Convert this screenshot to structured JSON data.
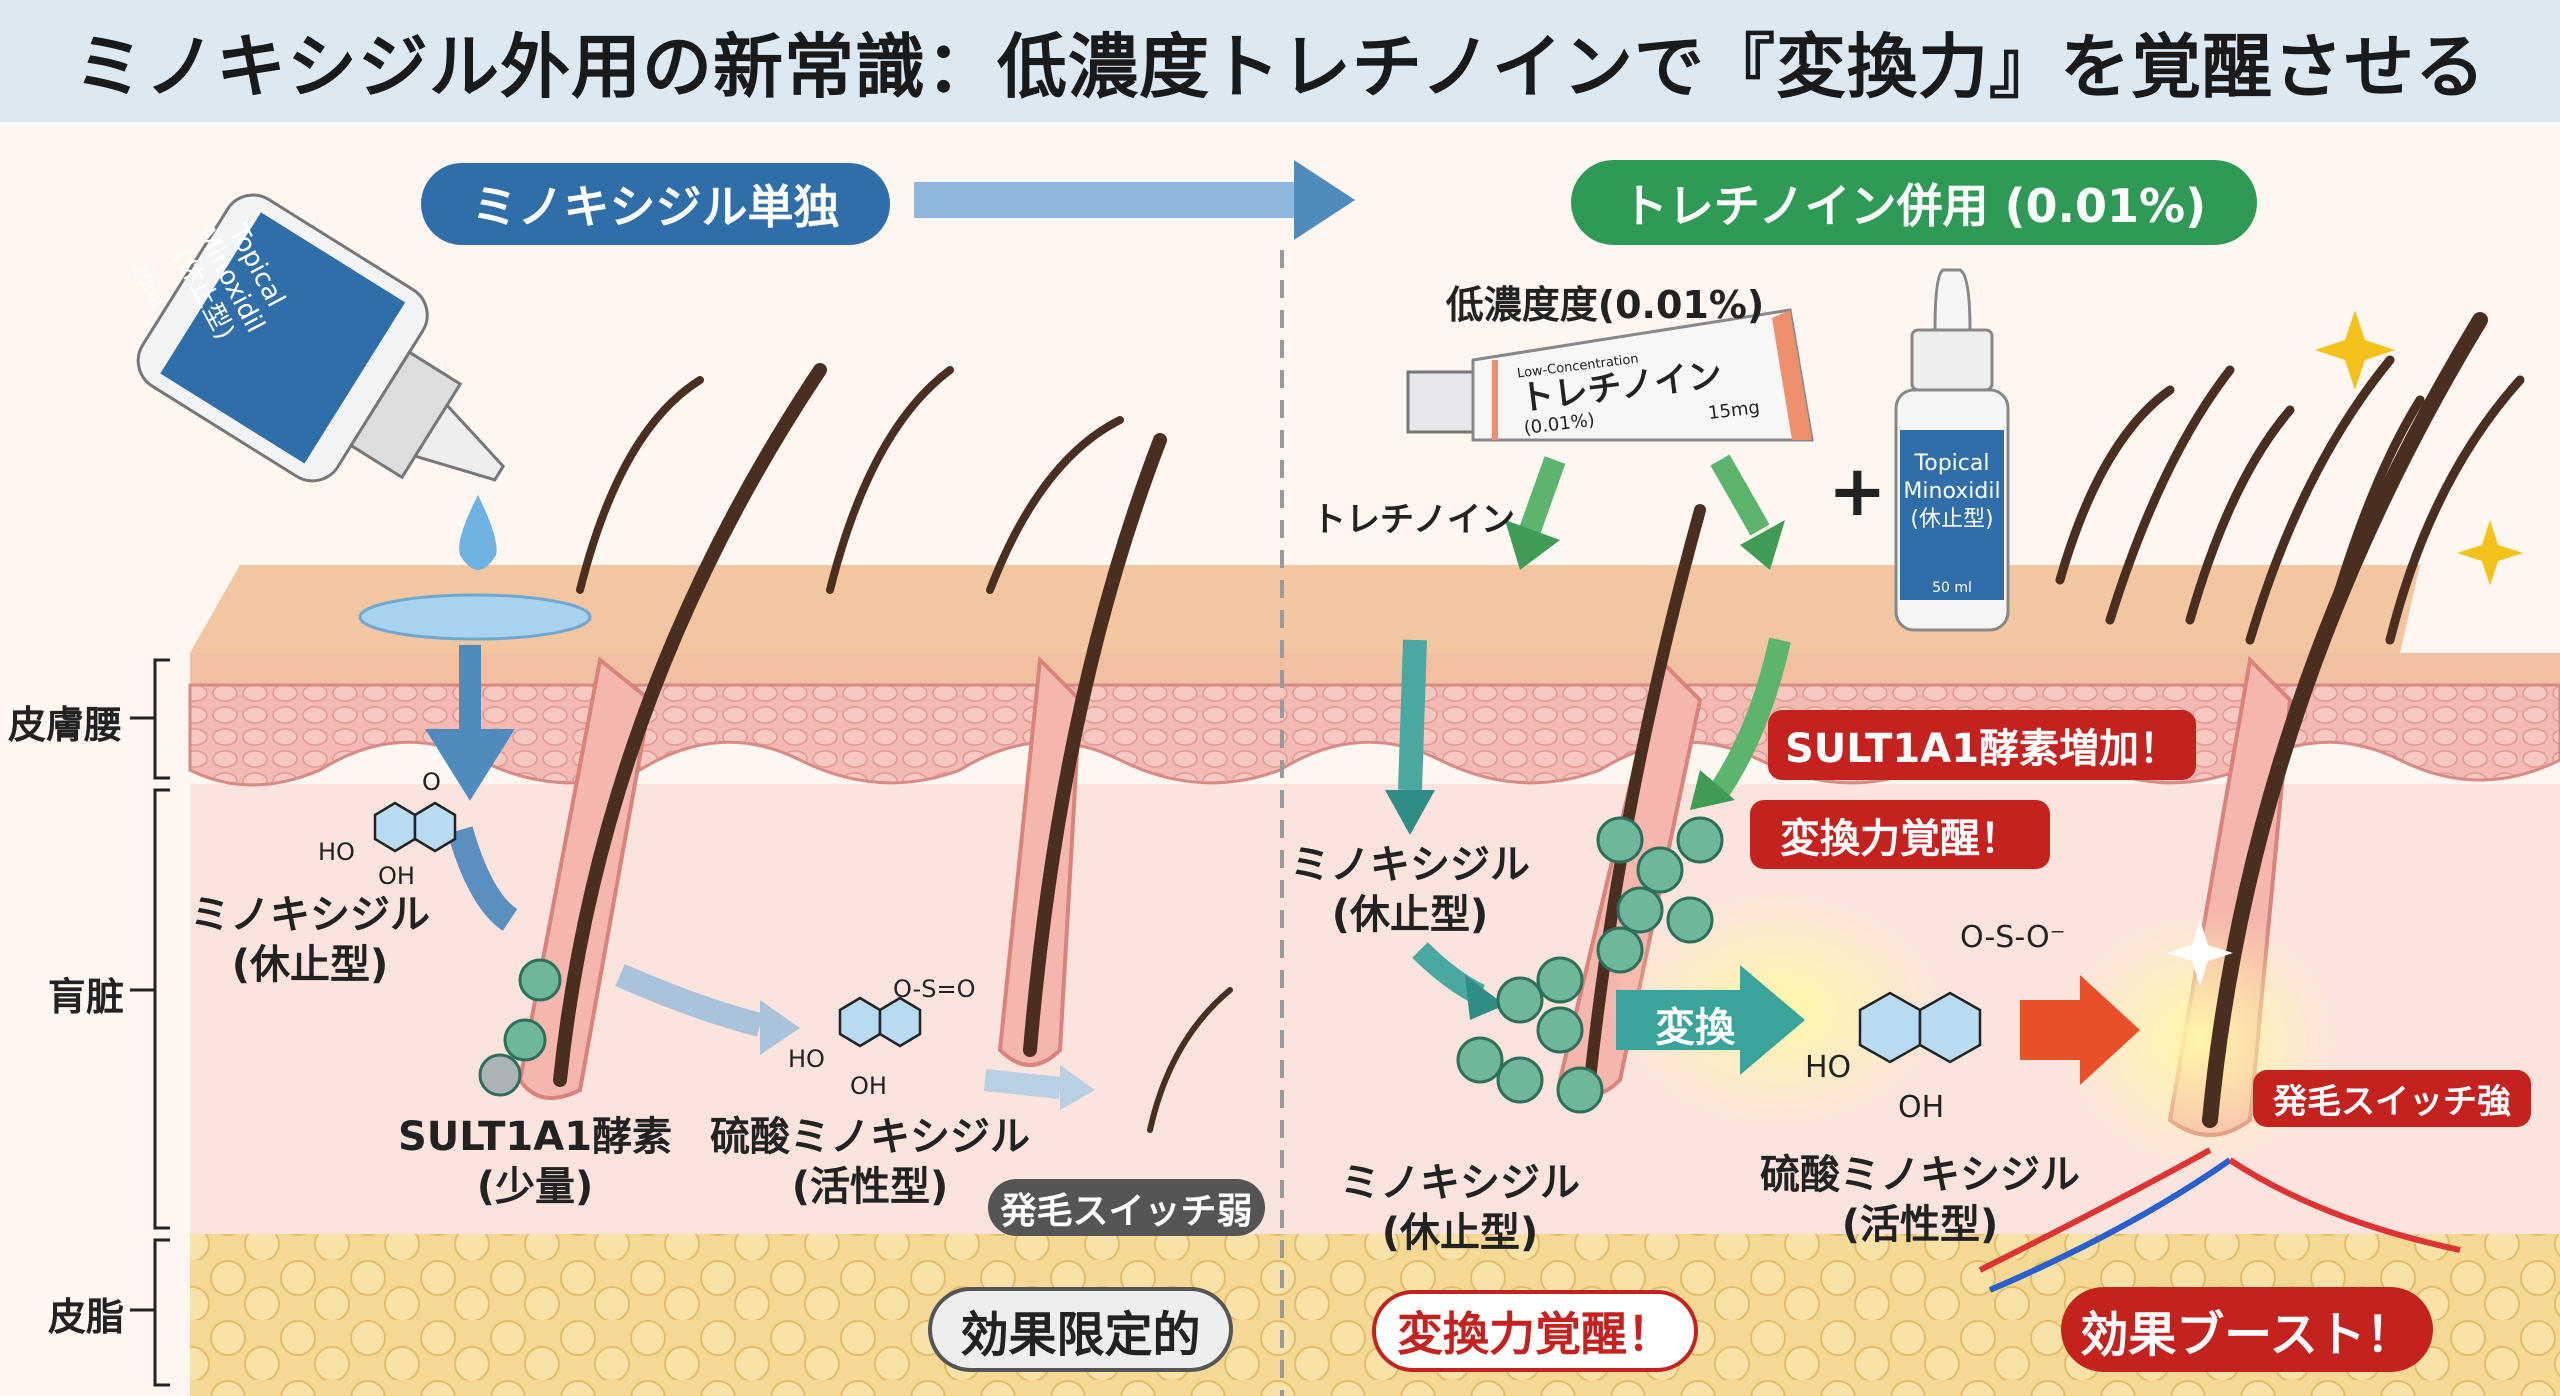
{
  "title": "ミノキシジル外用の新常識：低濃度トレチノインで『変換力』を覚醒させる",
  "left_panel": {
    "header": "ミノキシジル単独",
    "bottle": {
      "line1": "Topical",
      "line2": "Minoxidil",
      "line3": "(休止型)",
      "volume": "20ml"
    },
    "minoxidil": {
      "name": "ミノキシジル",
      "state": "(休止型)"
    },
    "enzyme": {
      "name": "SULT1A1酵素",
      "amount": "(少量)"
    },
    "sulfate": {
      "name": "硫酸ミノキシジル",
      "state": "(活性型)"
    },
    "switch_badge": "発毛スイッチ弱",
    "result_badge": "効果限定的"
  },
  "right_panel": {
    "header": "トレチノイン併用 (0.01%)",
    "concentration_label": "低濃度度(0.01%)",
    "tube": {
      "small": "Low-Concentration",
      "name": "トレチノイン",
      "conc": "(0.01%)",
      "weight": "15mg"
    },
    "tretinoin_label": "トレチノイン",
    "plus": "+",
    "bottle": {
      "line1": "Topical",
      "line2": "Minoxidil",
      "line3": "(休止型)",
      "volume": "50 ml"
    },
    "enzyme_badge": "SULT1A1酵素増加！",
    "awaken_badge": "変換力覚醒！",
    "minoxidil_upper": {
      "name": "ミノキシジル",
      "state": "(休止型)"
    },
    "convert_label": "変換",
    "minoxidil_lower": {
      "name": "ミノキシジル",
      "state": "(休止型)"
    },
    "sulfate": {
      "name": "硫酸ミノキシジル",
      "state": "(活性型)"
    },
    "switch_badge": "発毛スイッチ強",
    "awaken_bottom": "変換力覚醒！",
    "result_badge": "効果ブースト！"
  },
  "layers": {
    "epidermis": "皮膚腰",
    "dermis": "肓脏",
    "subcutis": "皮脂"
  },
  "chem": {
    "o": "O",
    "ho": "HO",
    "oh": "OH",
    "oso": "O-S=O",
    "o_minus": "O-S-O⁻"
  },
  "colors": {
    "blue": "#2f6ea8",
    "green": "#2f9a55",
    "red": "#c4221f",
    "gray": "#555555"
  }
}
